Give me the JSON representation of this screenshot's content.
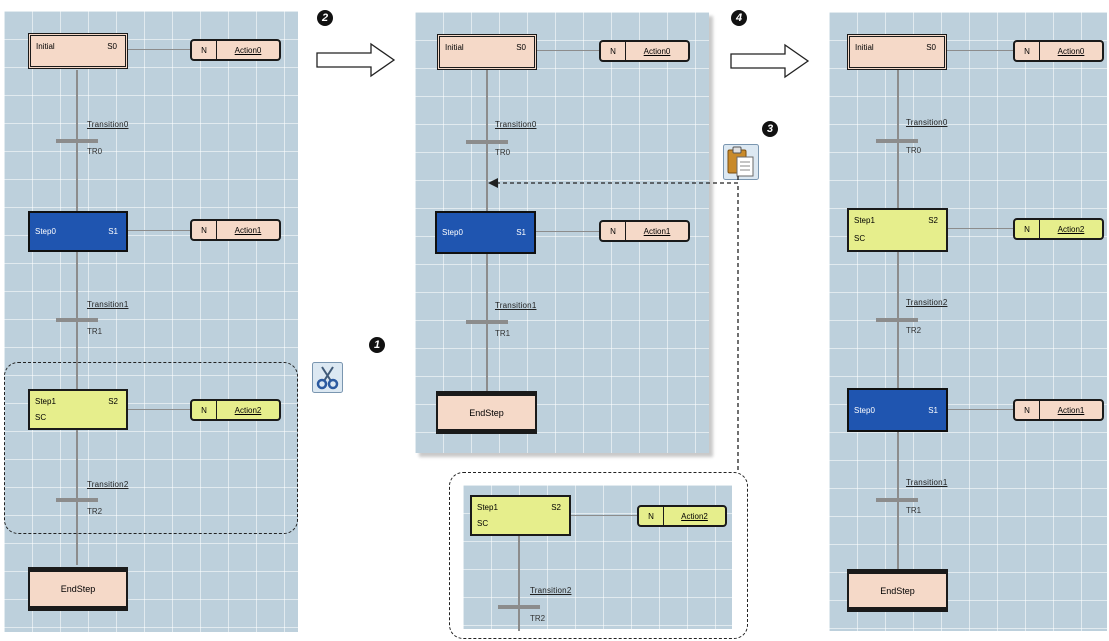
{
  "badges": [
    "1",
    "2",
    "3",
    "4"
  ],
  "panel1": {
    "initial": {
      "name": "Initial",
      "num": "S0"
    },
    "action0": {
      "q": "N",
      "label": "Action0"
    },
    "t0": {
      "label": "Transition0",
      "tr": "TR0"
    },
    "step0": {
      "name": "Step0",
      "num": "S1"
    },
    "action1": {
      "q": "N",
      "label": "Action1"
    },
    "t1": {
      "label": "Transition1",
      "tr": "TR1"
    },
    "step1": {
      "name": "Step1",
      "num": "S2",
      "comment": "SC"
    },
    "action2": {
      "q": "N",
      "label": "Action2"
    },
    "t2": {
      "label": "Transition2",
      "tr": "TR2"
    },
    "end": {
      "name": "EndStep"
    }
  },
  "panel2": {
    "initial": {
      "name": "Initial",
      "num": "S0"
    },
    "action0": {
      "q": "N",
      "label": "Action0"
    },
    "t0": {
      "label": "Transition0",
      "tr": "TR0"
    },
    "step0": {
      "name": "Step0",
      "num": "S1"
    },
    "action1": {
      "q": "N",
      "label": "Action1"
    },
    "t1": {
      "label": "Transition1",
      "tr": "TR1"
    },
    "end": {
      "name": "EndStep"
    }
  },
  "clip": {
    "step1": {
      "name": "Step1",
      "num": "S2",
      "comment": "SC"
    },
    "action2": {
      "q": "N",
      "label": "Action2"
    },
    "t2": {
      "label": "Transition2",
      "tr": "TR2"
    }
  },
  "panel3": {
    "initial": {
      "name": "Initial",
      "num": "S0"
    },
    "action0": {
      "q": "N",
      "label": "Action0"
    },
    "t0": {
      "label": "Transition0",
      "tr": "TR0"
    },
    "step1": {
      "name": "Step1",
      "num": "S2",
      "comment": "SC"
    },
    "action2": {
      "q": "N",
      "label": "Action2"
    },
    "t2": {
      "label": "Transition2",
      "tr": "TR2"
    },
    "step0": {
      "name": "Step0",
      "num": "S1"
    },
    "action1": {
      "q": "N",
      "label": "Action1"
    },
    "t1": {
      "label": "Transition1",
      "tr": "TR1"
    },
    "end": {
      "name": "EndStep"
    }
  }
}
